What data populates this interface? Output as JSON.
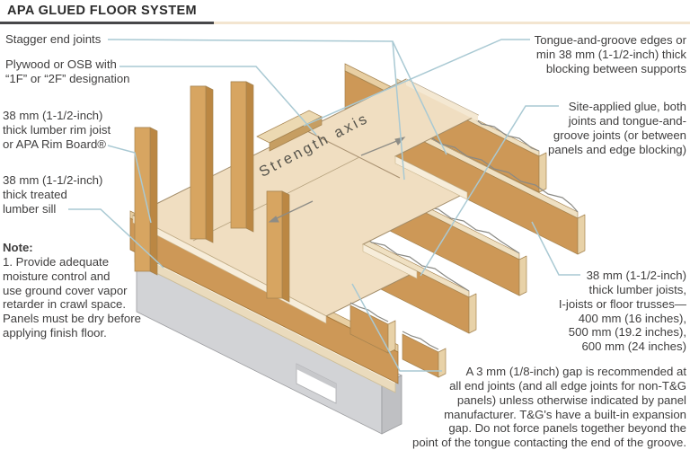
{
  "title": "APA GLUED FLOOR SYSTEM",
  "labels": {
    "stagger": "Stagger end joints",
    "plywood": "Plywood or OSB with\n“1F” or “2F” designation",
    "rim_joist": "38 mm (1-1/2-inch)\nthick lumber rim joist\nor APA Rim Board®",
    "sill": "38 mm (1-1/2-inch)\nthick treated\nlumber sill",
    "tongue_groove": "Tongue-and-groove edges or\nmin 38 mm (1-1/2-inch) thick\nblocking between supports",
    "glue": "Site-applied glue, both\njoints and tongue-and-\ngroove joints (or between\npanels and edge blocking)",
    "joists": "38 mm (1-1/2-inch)\nthick lumber joists,\nI-joists or floor trusses—\n400 mm (16 inches),\n500 mm (19.2 inches),\n600 mm (24 inches)",
    "gap": "A 3 mm (1/8-inch) gap is recommended at\nall end joints (and all edge joints for non-T&G\npanels) unless otherwise indicated by panel\nmanufacturer. T&G's have a built-in expansion\ngap. Do not force panels together beyond the\npoint of the tongue contacting the end of the groove."
  },
  "note": {
    "heading": "Note:",
    "body": "1. Provide adequate\nmoisture control and\nuse ground cover vapor\nretarder in crawl space.\nPanels must be dry before\napplying finish floor."
  },
  "diagram": {
    "strength_axis": "Strength axis",
    "colors": {
      "panel": "#f0dec1",
      "panel_edge": "#f7edda",
      "joist_face": "#cd9857",
      "joist_top": "#efe0c2",
      "joist_end": "#e8d2a8",
      "stud_face": "#d7a561",
      "stud_side": "#bb8743",
      "foundation": "#d2d3d6",
      "foundation_top": "#e4e5e7",
      "sill": "#eadbbd",
      "leader": "#a9c9d3",
      "glue_bead": "#8a8a85",
      "text": "#3f3e3e",
      "title_rule_dark": "#474749",
      "title_rule_light": "#f3e5d0"
    }
  }
}
